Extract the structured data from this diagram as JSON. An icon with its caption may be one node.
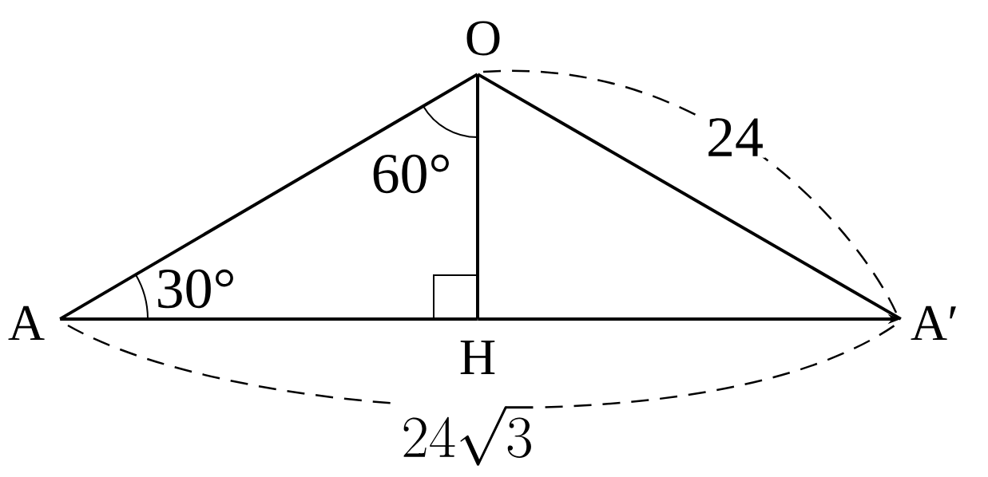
{
  "diagram": {
    "nodes": [
      {
        "text": [],
        "shape": "point",
        "beside": [
          "A"
        ]
      },
      {
        "text": [],
        "shape": "point",
        "beside": [
          "O"
        ]
      },
      {
        "text": [],
        "shape": "point",
        "beside": [
          "H"
        ]
      },
      {
        "text": [],
        "shape": "point",
        "beside": [
          "A′"
        ]
      }
    ],
    "edges": [
      {
        "from": 0,
        "to": 1,
        "arrow": "none"
      },
      {
        "from": 1,
        "to": 3,
        "arrow": "none"
      },
      {
        "from": 1,
        "to": 2,
        "arrow": "none"
      },
      {
        "from": 0,
        "to": 2,
        "arrow": "none"
      },
      {
        "from": 2,
        "to": 3,
        "arrow": "to"
      }
    ],
    "labels": [
      "30°",
      "60°",
      "24",
      "24\\sqrt{3}"
    ]
  }
}
